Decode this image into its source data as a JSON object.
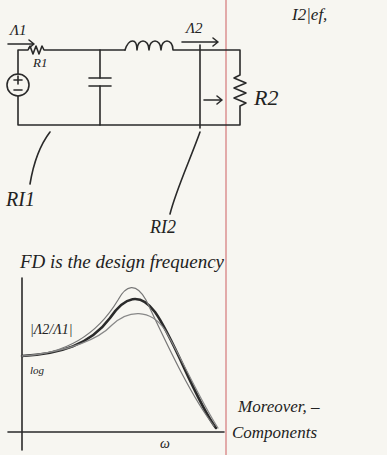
{
  "diagram": {
    "labels": [
      "Λ1",
      "R1",
      "Λ2",
      "I2|ef,",
      "R2",
      "RI1",
      "RI2",
      "FD is the design frequency",
      "|Λ2/Λ1|",
      "log",
      "ω",
      "Moreover, –",
      "Components"
    ]
  }
}
